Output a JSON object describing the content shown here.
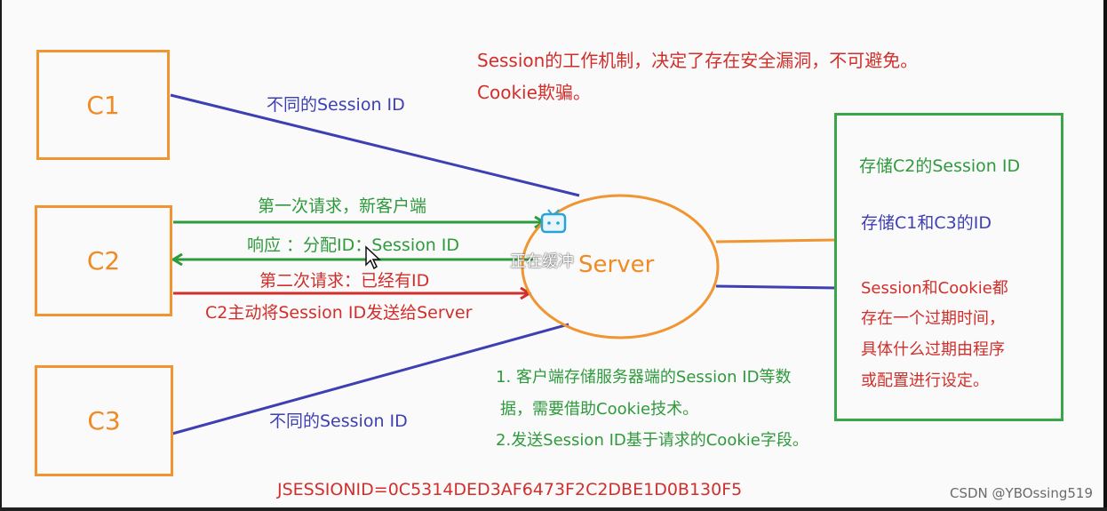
{
  "clients": [
    {
      "label": "C1"
    },
    {
      "label": "C2"
    },
    {
      "label": "C3"
    }
  ],
  "server": {
    "label": "Server"
  },
  "notes": {
    "red_line1": "Session的工作机制，决定了存在安全漏洞，不可避免。",
    "red_line2": "Cookie欺骗。",
    "c1_edge": "不同的Session ID",
    "c3_edge": "不同的Session ID",
    "first_request": "第一次请求，新客户端",
    "response": "响应 ：分配ID：Session ID",
    "second_request": "第二次请求：已经有ID",
    "c2_send": "C2主动将Session ID发送给Server",
    "green_note_line1": "1. 客户端存储服务器端的Session ID等数",
    "green_note_line2": "据，需要借助Cookie技术。",
    "green_note_line3": "2.发送Session ID基于请求的Cookie字段。",
    "jsessionid": "JSESSIONID=0C5314DED3AF6473F2C2DBE1D0B130F5"
  },
  "store": {
    "line1": "存储C2的Session ID",
    "line2": "存储C1和C3的ID",
    "expiry_line1": "Session和Cookie都",
    "expiry_line2": "存在一个过期时间，",
    "expiry_line3": "具体什么过期由程序",
    "expiry_line4": "或配置进行设定。"
  },
  "overlay": {
    "buffering": "正在缓冲"
  },
  "watermark": "CSDN @YBOssing519",
  "colors": {
    "orange": "#f0952f",
    "blue": "#3d3fb3",
    "green": "#2f9a3c",
    "red": "#d12f2b",
    "store_border": "#3aa64a"
  },
  "icons": {
    "tv": "tv-icon",
    "cursor": "mouse-cursor-icon"
  }
}
